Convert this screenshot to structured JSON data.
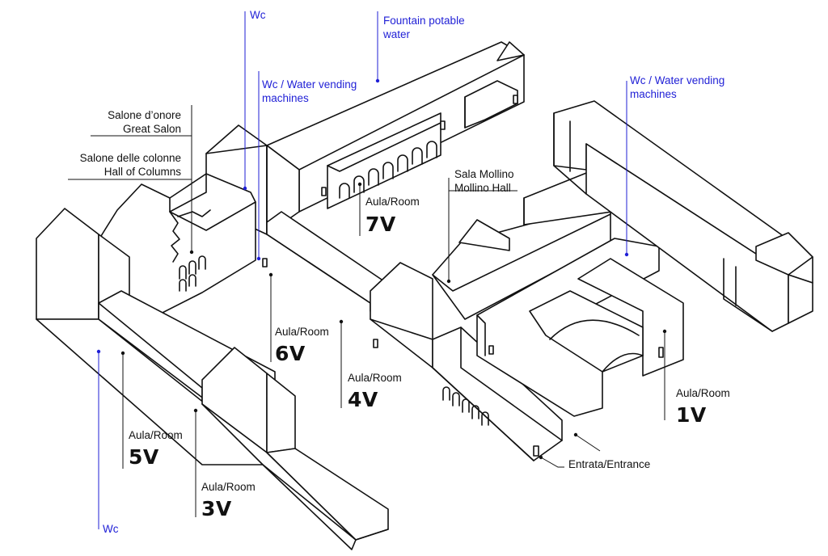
{
  "colors": {
    "leader_blue": "#1f1fd6",
    "ink": "#111111",
    "background": "#ffffff"
  },
  "labels": {
    "wc_top": "Wc",
    "fountain_1": "Fountain potable",
    "fountain_2": "water",
    "wc_water_left_1": "Wc / Water vending",
    "wc_water_left_2": "machines",
    "wc_water_right_1": "Wc / Water vending",
    "wc_water_right_2": "machines",
    "salone_onore_1": "Salone d’onore",
    "salone_onore_2": "Great Salon",
    "salone_colonne_1": "Salone delle colonne",
    "salone_colonne_2": "Hall of Columns",
    "sala_mollino_1": "Sala Mollino",
    "sala_mollino_2": "Mollino Hall",
    "entrance": "Entrata/Entrance",
    "wc_bottom": "Wc"
  },
  "rooms": [
    {
      "caption": "Aula/Room",
      "code": "7V"
    },
    {
      "caption": "Aula/Room",
      "code": "6V"
    },
    {
      "caption": "Aula/Room",
      "code": "4V"
    },
    {
      "caption": "Aula/Room",
      "code": "1V"
    },
    {
      "caption": "Aula/Room",
      "code": "5V"
    },
    {
      "caption": "Aula/Room",
      "code": "3V"
    }
  ]
}
